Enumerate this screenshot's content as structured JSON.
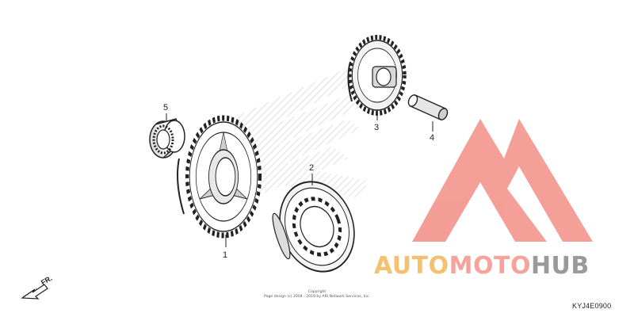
{
  "callouts": [
    {
      "number": "1"
    },
    {
      "number": "2"
    },
    {
      "number": "3"
    },
    {
      "number": "4"
    },
    {
      "number": "5"
    }
  ],
  "direction_label": "FR.",
  "copyright": {
    "line1": "Copyright",
    "line2": "Page design (c) 2004 - 2019 by ARI Network Services, Inc."
  },
  "diagram_code": "KYJ4E0900",
  "watermark": {
    "part1": "AUTO",
    "part2": "MOTO",
    "part3": "HUB"
  },
  "colors": {
    "ink": "#222222",
    "watermark_red": "#f28e86",
    "watermark_orange": "#f5c070",
    "watermark_gray": "#9a9a9a"
  }
}
